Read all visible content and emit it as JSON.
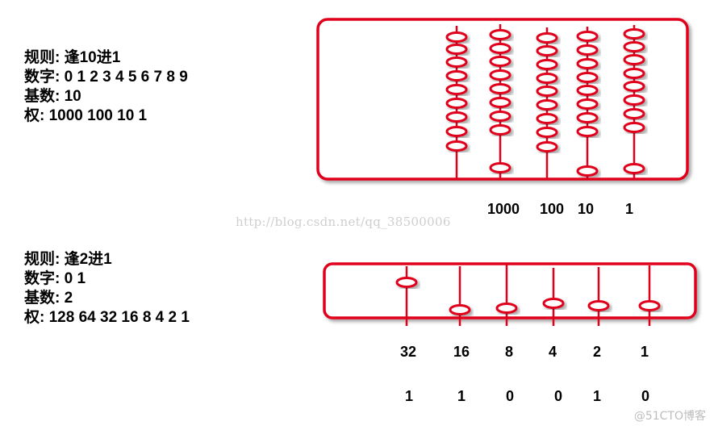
{
  "decimal": {
    "rule": "规则: 逢10进1",
    "digits": "数字: 0 1 2 3 4 5 6 7 8 9",
    "base": "基数: 10",
    "weights": "权: 1000 100 10 1",
    "column_labels": [
      "1000",
      "100",
      "10",
      "1"
    ]
  },
  "binary": {
    "rule": "规则: 逢2进1",
    "digits": "数字: 0 1",
    "base": "基数: 2",
    "weights": "权: 128 64 32 16 8 4 2 1",
    "column_labels": [
      "32",
      "16",
      "8",
      "4",
      "2",
      "1"
    ],
    "bit_values": [
      "1",
      "1",
      "0",
      "0",
      "1",
      "0"
    ]
  },
  "watermark": "http://blog.csdn.net/qq_38500006",
  "corner_watermark": "@51CTO博客",
  "colors": {
    "frame": "#e0001b",
    "bead_fill": "#ffffff",
    "text": "#000000"
  }
}
